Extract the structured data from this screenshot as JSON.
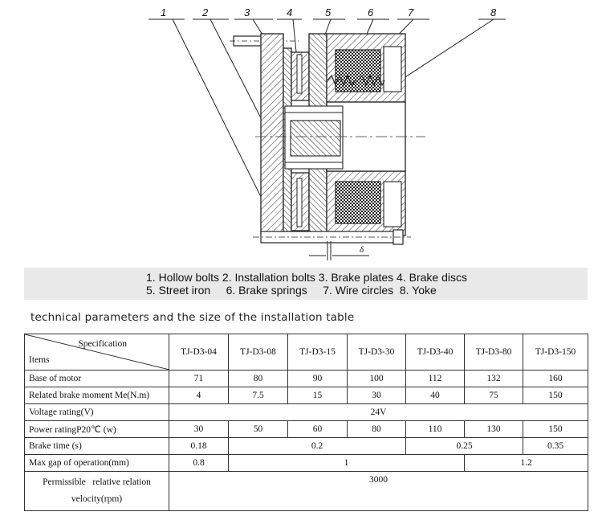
{
  "callouts": [
    "1",
    "2",
    "3",
    "4",
    "5",
    "6",
    "7",
    "8"
  ],
  "dim_symbol": "δ",
  "legend": {
    "line1": "1. Hollow bolts  2. Installation bolts  3. Brake plates  4. Brake discs",
    "line2": "5. Street iron     6. Brake springs     7. Wire circles  8. Yoke"
  },
  "section_title": "technical parameters and the size of the installation table",
  "table": {
    "corner_top": "Specification",
    "corner_bottom": "Items",
    "models": [
      "TJ-D3-04",
      "TJ-D3-08",
      "TJ-D3-15",
      "TJ-D3-30",
      "TJ-D3-40",
      "TJ-D3-80",
      "TJ-D3-150"
    ],
    "base_of_motor": {
      "label": "Base of motor",
      "values": [
        "71",
        "80",
        "90",
        "100",
        "112",
        "132",
        "160"
      ]
    },
    "brake_moment": {
      "label": "Related brake moment Me(N.m)",
      "values": [
        "4",
        "7.5",
        "15",
        "30",
        "40",
        "75",
        "150"
      ]
    },
    "voltage": {
      "label": "Voltage rating(V)",
      "value": "24V"
    },
    "power": {
      "label": "Power ratingP20℃ (w)",
      "values": [
        "30",
        "50",
        "60",
        "80",
        "110",
        "130",
        "150"
      ]
    },
    "brake_time": {
      "label": "Brake time (s)",
      "values": [
        "0.18",
        "0.2",
        "0.25",
        "0.35"
      ]
    },
    "max_gap": {
      "label": "Max gap of operation(mm)",
      "values": [
        "0.8",
        "1",
        "1.2"
      ]
    },
    "velocity": {
      "label_line1": "Permissible   relative relation",
      "label_line2": "velocity(rpm)",
      "value": "3000"
    }
  }
}
